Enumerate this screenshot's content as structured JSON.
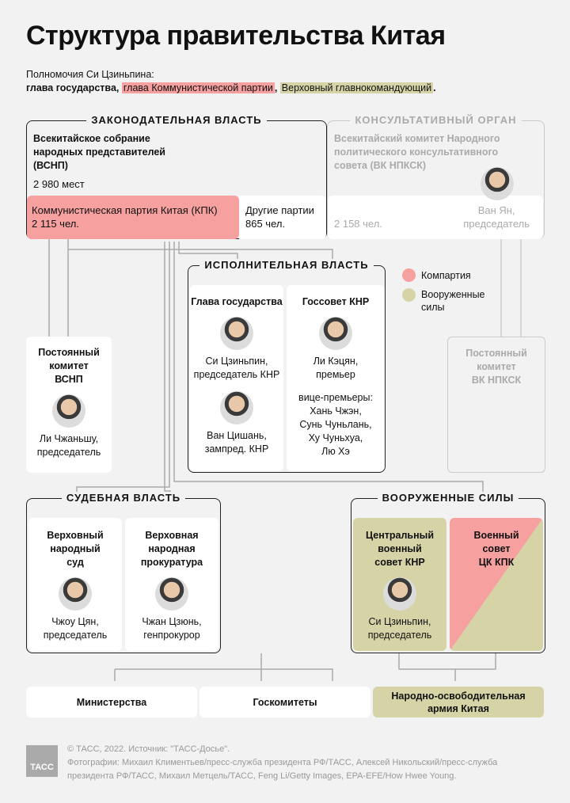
{
  "title": "Структура правительства Китая",
  "powers": {
    "label": "Полномочия Си Цзиньпина:",
    "p1": "глава государства,",
    "p2": "глава Коммунистической партии",
    "sep": ",",
    "p3": "Верховный главнокомандующий",
    "end": "."
  },
  "legislative": {
    "title": "ЗАКОНОДАТЕЛЬНАЯ ВЛАСТЬ",
    "name1": "Всекитайское собрание",
    "name2": "народных представителей",
    "name3": "(ВСНП)",
    "seats": "2 980 мест",
    "cpc1": "Коммунистическая партия Китая (КПК)",
    "cpc2": "2 115 чел.",
    "other1": "Другие партии",
    "other2": "865 чел."
  },
  "consultative": {
    "title": "КОНСУЛЬТАТИВНЫЙ ОРГАН",
    "name1": "Всекитайский комитет Народного",
    "name2": "политического консультативного",
    "name3": "совета (ВК НПКСК)",
    "count": "2 158 чел.",
    "person1": "Ван Ян,",
    "person2": "председатель"
  },
  "executive": {
    "title": "ИСПОЛНИТЕЛЬНАЯ ВЛАСТЬ",
    "head": "Глава государства",
    "head_p1": "Си Цзиньпин,",
    "head_p2": "председатель КНР",
    "vice_p1": "Ван Цишань,",
    "vice_p2": "зампред. КНР",
    "council": "Госсовет КНР",
    "premier1": "Ли Кэцян,",
    "premier2": "премьер",
    "vp": [
      "вице-премьеры:",
      "Хань Чжэн,",
      "Сунь Чуньлань,",
      "Ху Чуньхуа,",
      "Лю Хэ"
    ]
  },
  "legend": {
    "party": "Компартия",
    "army1": "Вооруженные",
    "army2": "силы",
    "party_color": "#f6a0a0",
    "army_color": "#d6d4a6"
  },
  "standing_vsnp": {
    "l1": "Постоянный",
    "l2": "комитет",
    "l3": "ВСНП",
    "p1": "Ли Чжаньшу,",
    "p2": "председатель"
  },
  "standing_cppcc": {
    "l1": "Постоянный",
    "l2": "комитет",
    "l3": "ВК НПКСК"
  },
  "judicial": {
    "title": "СУДЕБНАЯ ВЛАСТЬ",
    "court": [
      "Верховный",
      "народный",
      "суд"
    ],
    "court_p1": "Чжоу Цян,",
    "court_p2": "председатель",
    "proc": [
      "Верховная",
      "народная",
      "прокуратура"
    ],
    "proc_p1": "Чжан Цзюнь,",
    "proc_p2": "генпрокурор"
  },
  "armed": {
    "title": "ВООРУЖЕННЫЕ СИЛЫ",
    "cmc": [
      "Центральный",
      "военный",
      "совет КНР"
    ],
    "cmc_p1": "Си Цзиньпин,",
    "cmc_p2": "председатель",
    "party_cmc": [
      "Военный",
      "совет",
      "ЦК КПК"
    ]
  },
  "bottom": {
    "ministries": "Министерства",
    "committees": "Госкомитеты",
    "pla1": "Народно-освободительная",
    "pla2": "армия Китая"
  },
  "footer": {
    "logo": "ТАСС",
    "l1": "© ТАСС, 2022. Источник: \"ТАСС-Досье\".",
    "l2": "Фотографии: Михаил Климентьев/пресс-служба президента РФ/ТАСС, Алексей Никольский/пресс-служба",
    "l3": "президента РФ/ТАСС, Михаил Метцель/ТАСС, Feng Li/Getty Images, EPA-EFE/How Hwee Young."
  }
}
